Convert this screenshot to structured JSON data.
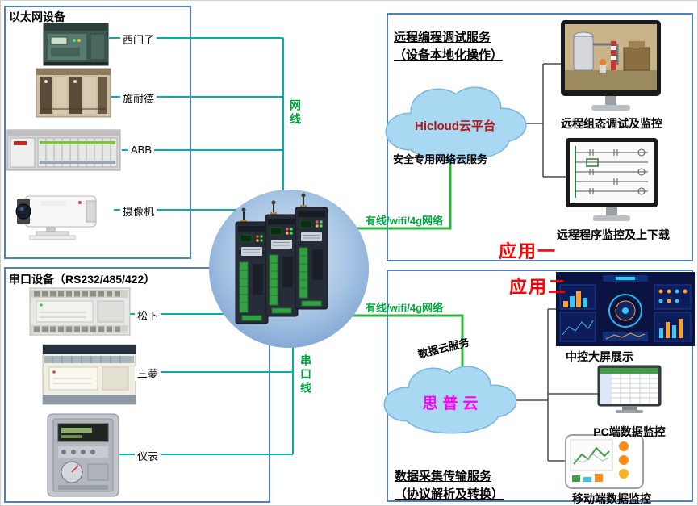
{
  "panels": {
    "ethernet": {
      "title": "以太网设备",
      "devices": [
        {
          "label": "西门子"
        },
        {
          "label": "施耐德"
        },
        {
          "label": "ABB"
        },
        {
          "label": "摄像机"
        }
      ]
    },
    "serial": {
      "title": "串口设备（RS232/485/422）",
      "devices": [
        {
          "label": "松下"
        },
        {
          "label": "三菱"
        },
        {
          "label": "仪表"
        }
      ]
    },
    "app1": {
      "badge": "应用一",
      "service_line1": "远程编程调试服务",
      "service_line2": "（设备本地化操作）",
      "cloud_label": "Hicloud云平台",
      "cloud_service": "安全专用网络云服务",
      "network_label": "有线/wifi/4g网络",
      "monitor1_caption": "远程组态调试及监控",
      "monitor2_caption": "远程程序监控及上下载"
    },
    "app2": {
      "badge": "应用二",
      "network_label": "有线/wifi/4g网络",
      "data_service": "数据云服务",
      "cloud_label": "思普云",
      "service_line1": "数据采集传输服务",
      "service_line2": "（协议解析及转换）",
      "output1_caption": "中控大屏展示",
      "output2_caption": "PC端数据监控",
      "output3_caption": "移动端数据监控"
    }
  },
  "center": {
    "cable_top": "网线",
    "cable_bottom": "串口线"
  },
  "colors": {
    "panel_border": "#4f81bd",
    "connector_teal": "#00b0b0",
    "connector_green": "#2eb33e",
    "label_green": "#00a63e",
    "app_red": "#ff0000",
    "cloud_fill": "#a9d8f3",
    "cloud_stroke": "#79b5e0",
    "hicloud_text": "#b01818",
    "sipu_text": "#ff00ff"
  }
}
